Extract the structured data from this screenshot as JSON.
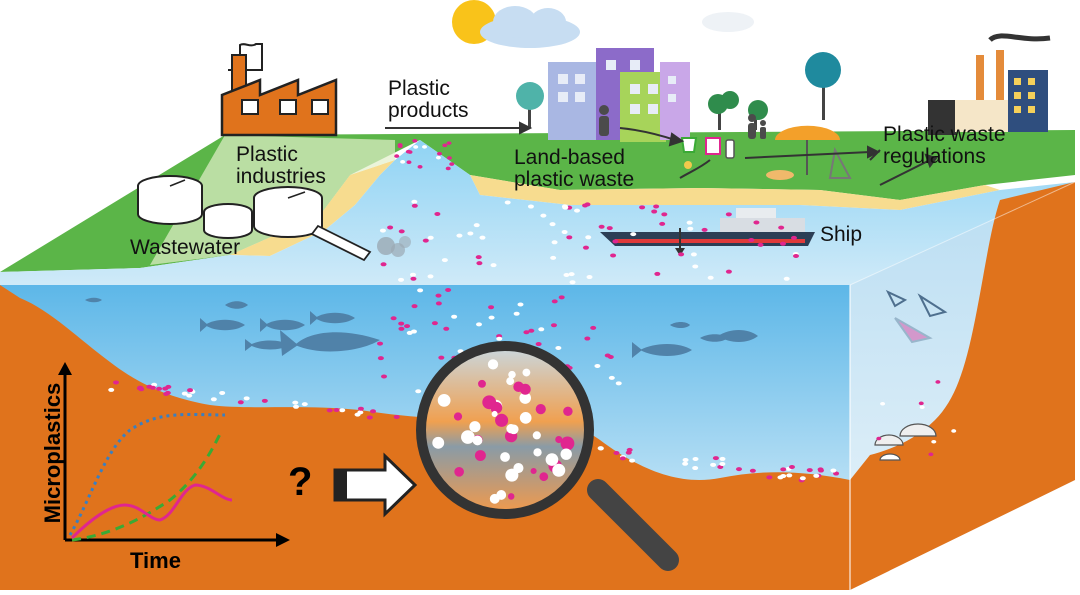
{
  "labels": {
    "plastic_industries": "Plastic industries",
    "plastic_industries_l1": "Plastic",
    "plastic_industries_l2": "industries",
    "wastewater": "Wastewater",
    "plastic_products_l1": "Plastic",
    "plastic_products_l2": "products",
    "land_based_l1": "Land-based",
    "land_based_l2": "plastic waste",
    "regulations_l1": "Plastic waste",
    "regulations_l2": "regulations",
    "ship": "Ship"
  },
  "inset_chart": {
    "ylabel": "Microplastics",
    "xlabel": "Time",
    "question": "?"
  },
  "colors": {
    "sediment": "#E0731C",
    "water": "#6EC1EA",
    "land": "#5BB548",
    "microplastic_pink": "#E0268F",
    "microplastic_white": "#FFFFFF",
    "curve_blue": "#3A7FC0",
    "curve_green": "#3AAA35",
    "curve_pink": "#E0268F"
  }
}
